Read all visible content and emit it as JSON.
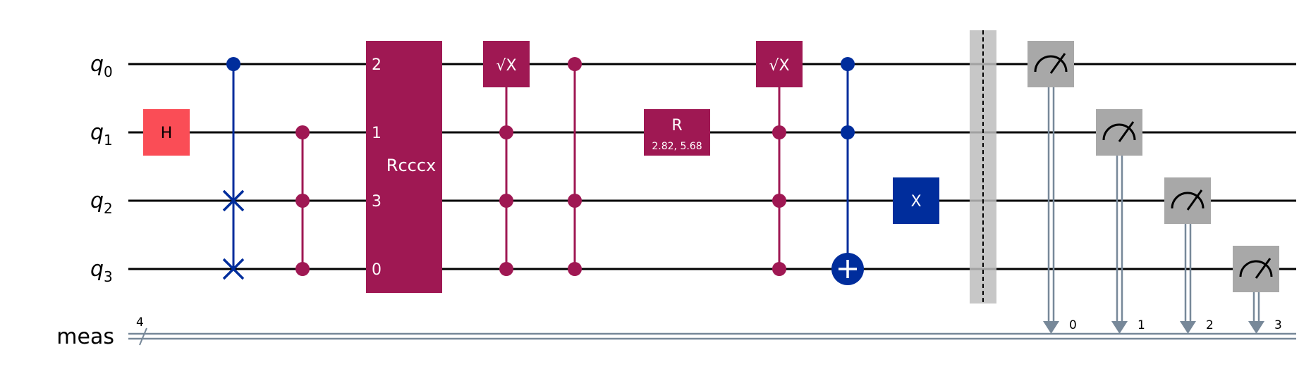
{
  "circuit": {
    "qubits": [
      {
        "label": "q",
        "index": "0"
      },
      {
        "label": "q",
        "index": "1"
      },
      {
        "label": "q",
        "index": "2"
      },
      {
        "label": "q",
        "index": "3"
      }
    ],
    "classical_register": {
      "label": "meas",
      "width": "4"
    },
    "colors": {
      "wire": "#000000",
      "classical_wire": "#778899",
      "h_gate": "#FA4D56",
      "multi_qubit": "#9F1853",
      "pauli_controlled": "#002D9C",
      "measure": "#A8A8A8",
      "barrier": "#BDBDBD"
    },
    "gates": {
      "h": {
        "label": "H"
      },
      "rcccx": {
        "label": "Rcccx",
        "pins": [
          "2",
          "1",
          "3",
          "0"
        ]
      },
      "sx1": {
        "label": "√X"
      },
      "r": {
        "label": "R",
        "params": "2.82, 5.68"
      },
      "sx2": {
        "label": "√X"
      },
      "x": {
        "label": "X"
      }
    },
    "measurements": [
      {
        "bit": "0"
      },
      {
        "bit": "1"
      },
      {
        "bit": "2"
      },
      {
        "bit": "3"
      }
    ]
  }
}
